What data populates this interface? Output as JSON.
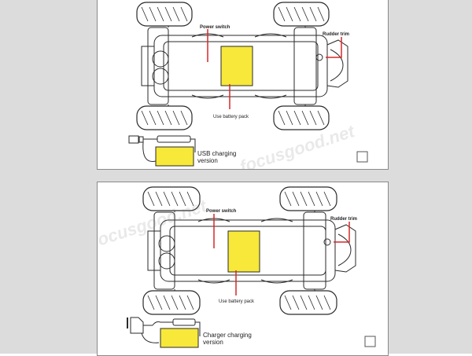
{
  "colors": {
    "battery_fill": "#f7e83a",
    "callout_line": "#d62828",
    "outline": "#2a2a2a",
    "panel_border": "#8a8a8a",
    "page_background": "#dcdcdc"
  },
  "top_panel": {
    "power_switch_label": "Power switch",
    "rudder_trim_label": "Rudder trim",
    "battery_label": "Use battery pack",
    "charging_label_line1": "USB charging",
    "charging_label_line2": "version",
    "charger_icon": "usb-charger-icon"
  },
  "bottom_panel": {
    "power_switch_label": "Power switch",
    "rudder_trim_label": "Rudder trim",
    "battery_label": "Use battery pack",
    "charging_label_line1": "Charger charging",
    "charging_label_line2": "version",
    "charger_icon": "wall-charger-icon"
  },
  "watermark": "focusgood.net"
}
